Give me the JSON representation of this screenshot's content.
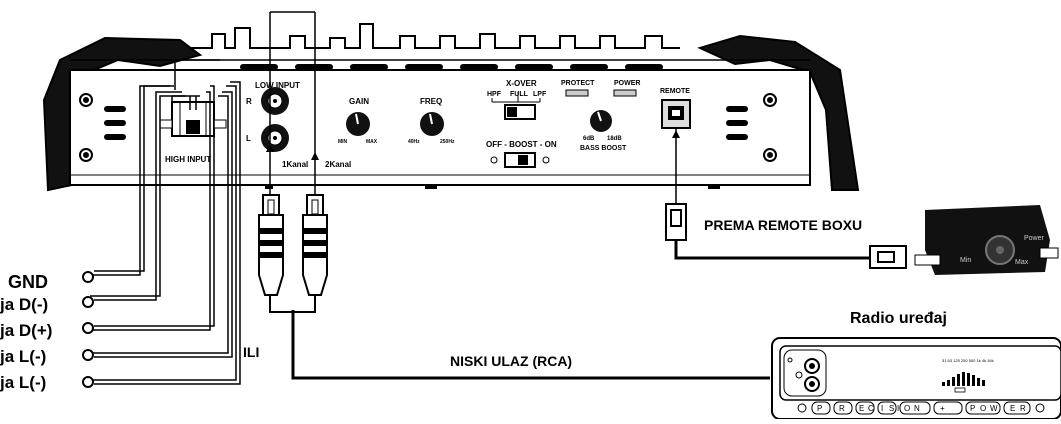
{
  "amplifier": {
    "low_input": "LOW INPUT",
    "r": "R",
    "l": "L",
    "high_input": "HIGH INPUT",
    "channel_1": "1Kanal",
    "channel_2": "2Kanal",
    "gain": "GAIN",
    "gain_min": "MIN",
    "gain_max": "MAX",
    "freq": "FREQ",
    "freq_min": "40Hz",
    "freq_max": "250Hz",
    "xover": "X-OVER",
    "xover_hpf": "HPF",
    "xover_full": "FULL",
    "xover_lpf": "LPF",
    "boost_switch": "OFF - BOOST - ON",
    "protect": "PROTECT",
    "power": "POWER",
    "bass_min": "6dB",
    "bass_max": "18dB",
    "bass_boost": "BASS BOOST",
    "remote": "REMOTE"
  },
  "labels": {
    "gnd": "GND",
    "line1": "ja D(-)",
    "line2": "ja D(+)",
    "line3": "ja L(-)",
    "line4": "ja L(-)",
    "ili": "ILI",
    "niski_ulaz": "NISKI ULAZ (RCA)",
    "prema_remote": "PREMA REMOTE BOXU",
    "radio": "Radio uređaj"
  },
  "remote_box": {
    "power": "Power",
    "min": "Min",
    "max": "Max"
  },
  "radio_unit": {
    "buttons": [
      "P",
      "R",
      "E",
      "C",
      "I",
      "S",
      "I",
      "O",
      "N",
      "+",
      "P",
      "O",
      "W",
      "E",
      "R"
    ]
  }
}
